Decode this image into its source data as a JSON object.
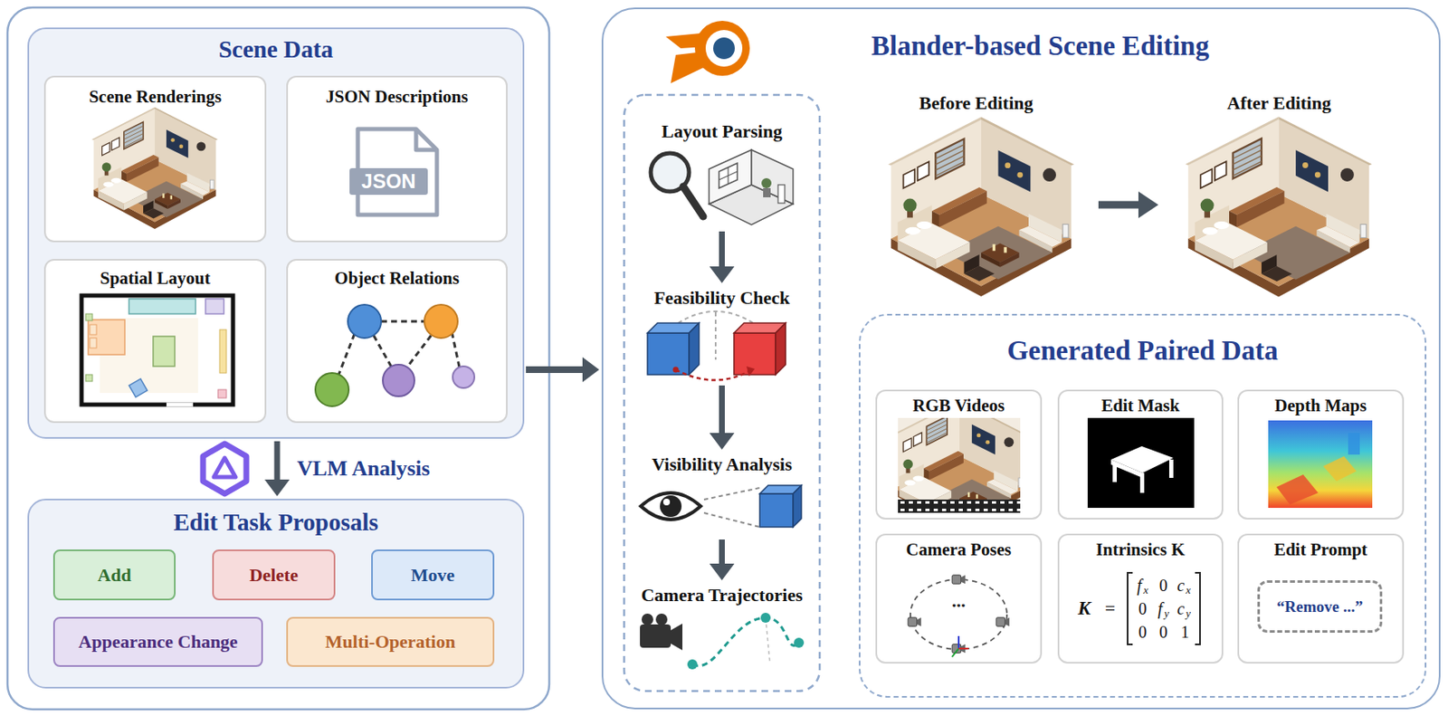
{
  "diagram": {
    "nodes": [
      {
        "text": [
          "Scene Data"
        ]
      },
      {
        "text": [
          "Scene Renderings"
        ],
        "in": 0
      },
      {
        "text": [
          "JSON Descriptions"
        ],
        "in": 0
      },
      {
        "text": [
          "Spatial Layout"
        ],
        "in": 0
      },
      {
        "text": [
          "Object Relations"
        ],
        "in": 0
      },
      {
        "text": [
          "Edit Task Proposals"
        ]
      },
      {
        "text": [
          "Add"
        ],
        "in": 5
      },
      {
        "text": [
          "Delete"
        ],
        "in": 5
      },
      {
        "text": [
          "Move"
        ],
        "in": 5
      },
      {
        "text": [
          "Appearance Change"
        ],
        "in": 5
      },
      {
        "text": [
          "Multi-Operation"
        ],
        "in": 5
      },
      {
        "text": [
          "Blander-based Scene Editing"
        ]
      },
      {
        "text": [
          "Layout Parsing"
        ],
        "in": 11
      },
      {
        "text": [
          "Feasibility Check"
        ],
        "in": 11
      },
      {
        "text": [
          "Visibility Analysis"
        ],
        "in": 11
      },
      {
        "text": [
          "Camera Trajectories"
        ],
        "in": 11
      },
      {
        "text": [
          "Generated Paired Data"
        ],
        "in": 11
      },
      {
        "text": [
          "RGB Videos"
        ],
        "in": 16
      },
      {
        "text": [
          "Edit Mask"
        ],
        "in": 16
      },
      {
        "text": [
          "Depth Maps"
        ],
        "in": 16
      },
      {
        "text": [
          "Camera Poses"
        ],
        "in": 16
      },
      {
        "text": [
          "Intrinsics K"
        ],
        "in": 16
      },
      {
        "text": [
          "Edit Prompt"
        ],
        "in": 16
      },
      {
        "text": [
          "“Remove ...”"
        ],
        "in": 22
      }
    ],
    "edges": [
      {
        "from": 0,
        "to": 11,
        "arrow": "to"
      },
      {
        "from": 0,
        "to": 5,
        "label": "VLM Analysis",
        "arrow": "to"
      },
      {
        "from": 12,
        "to": 13,
        "arrow": "to"
      },
      {
        "from": 13,
        "to": 14,
        "arrow": "to"
      },
      {
        "from": 14,
        "to": 15,
        "arrow": "to"
      }
    ],
    "labels": [
      "Before Editing",
      "After Editing",
      "JSON",
      "...",
      "K",
      "=",
      "f",
      "x",
      "0",
      "c",
      "x",
      "0",
      "f",
      "y",
      "c",
      "y",
      "0",
      "0",
      "1"
    ]
  }
}
